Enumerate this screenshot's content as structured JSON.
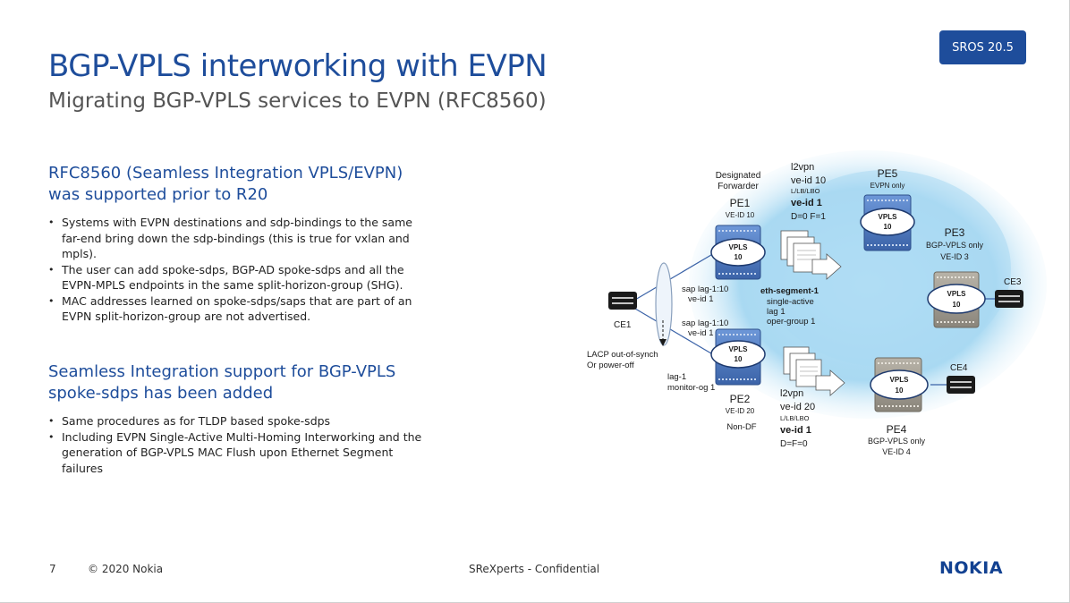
{
  "badge": "SROS 20.5",
  "title": "BGP-VPLS interworking with EVPN",
  "subtitle": "Migrating BGP-VPLS services to EVPN (RFC8560)",
  "section1": {
    "heading_line1": "RFC8560 (Seamless Integration VPLS/EVPN)",
    "heading_line2": "was supported prior to R20",
    "bullets": [
      "Systems with EVPN destinations and sdp-bindings to the same far-end bring down the sdp-bindings (this is true for vxlan and mpls).",
      "The user can add spoke-sdps, BGP-AD spoke-sdps and all the EVPN-MPLS endpoints in the same split-horizon-group (SHG).",
      "MAC addresses learned on spoke-sdps/saps that are part of an EVPN split-horizon-group are not advertised."
    ]
  },
  "section2": {
    "heading_line1": "Seamless Integration support for BGP-VPLS",
    "heading_line2": "spoke-sdps has been added",
    "bullets": [
      "Same procedures as for TLDP based spoke-sdps",
      "Including EVPN Single-Active Multi-Homing Interworking and the generation of BGP-VPLS MAC Flush upon Ethernet Segment failures"
    ]
  },
  "footer": {
    "page": "7",
    "copyright": "© 2020 Nokia",
    "center": "SReXperts - Confidential",
    "logo": "NOKIA"
  },
  "diagram": {
    "vpls_label": "VPLS",
    "vpls_id": "10",
    "pe1": {
      "df_line1": "Designated",
      "df_line2": "Forwarder",
      "name": "PE1",
      "veid": "VE-ID 10"
    },
    "pe1_cfg": {
      "l1": "l2vpn",
      "l2": "ve-id 10",
      "l3": "L/LB/LBO",
      "l4": "ve-id 1",
      "l5": "D=0 F=1"
    },
    "pe5": {
      "name": "PE5",
      "sub": "EVPN only"
    },
    "pe3": {
      "name": "PE3",
      "sub": "BGP-VPLS only",
      "veid": "VE-ID 3"
    },
    "ce3": "CE3",
    "ce1": "CE1",
    "ce4": "CE4",
    "sap1": {
      "l1": "sap lag-1:10",
      "l2": "ve-id 1"
    },
    "sap2": {
      "l1": "sap lag-1:10",
      "l2": "ve-id 1"
    },
    "eth": {
      "l1": "eth-segment-1",
      "l2": "single-active",
      "l3": "lag 1",
      "l4": "oper-group 1"
    },
    "lacp": {
      "l1": "LACP out-of-synch",
      "l2": "Or power-off"
    },
    "lag": {
      "l1": "lag-1",
      "l2": "monitor-og 1"
    },
    "pe2": {
      "name": "PE2",
      "veid": "VE-ID 20",
      "role": "Non-DF"
    },
    "pe2_cfg": {
      "l1": "l2vpn",
      "l2": "ve-id 20",
      "l3": "L/LB/LBO",
      "l4": "ve-id 1",
      "l5": "D=F=0"
    },
    "pe4": {
      "name": "PE4",
      "sub": "BGP-VPLS only",
      "veid": "VE-ID 4"
    },
    "colors": {
      "cloud": "#a9d9f2",
      "blue_router": "#4a78c4",
      "gray_router": "#9a958c",
      "accent": "#1e4d9b"
    }
  }
}
